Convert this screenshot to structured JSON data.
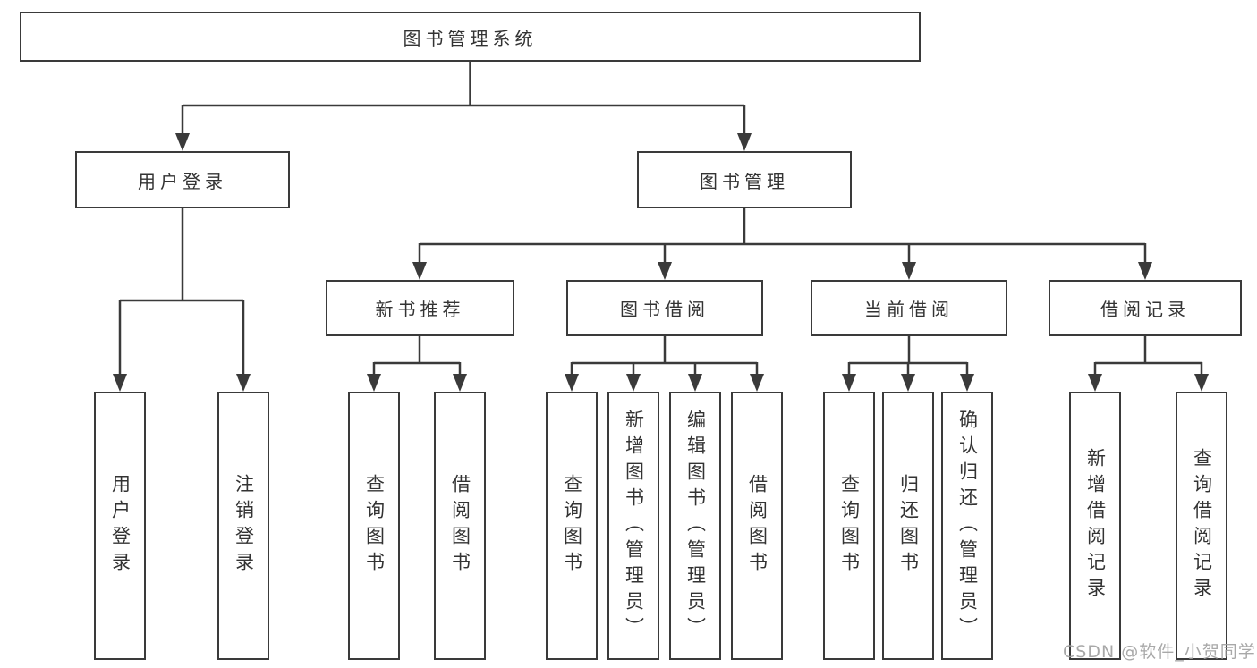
{
  "diagram_title": "图书管理系统",
  "watermark": "CSDN @软件_小贺同学",
  "colors": {
    "line": "#3a3a3a",
    "text": "#333333",
    "box_background": "#ffffff",
    "watermark": "#9e9e9e"
  },
  "nodes": {
    "root": {
      "label": "图书管理系统"
    },
    "user_login": {
      "label": "用户登录"
    },
    "book_mgmt": {
      "label": "图书管理"
    },
    "new_book_rec": {
      "label": "新书推荐"
    },
    "book_borrow": {
      "label": "图书借阅"
    },
    "current_borrow": {
      "label": "当前借阅"
    },
    "borrow_records": {
      "label": "借阅记录"
    },
    "leaf_user_login": {
      "label": "用户登录"
    },
    "leaf_logout": {
      "label": "注销登录"
    },
    "leaf_query_books_rec": {
      "label": "查询图书"
    },
    "leaf_borrow_books_rec": {
      "label": "借阅图书"
    },
    "leaf_query_books_borrow": {
      "label": "查询图书"
    },
    "leaf_add_books": {
      "label": "新增图书（管理员）"
    },
    "leaf_edit_books": {
      "label": "编辑图书（管理员）"
    },
    "leaf_borrow_books_borrow": {
      "label": "借阅图书"
    },
    "leaf_query_books_current": {
      "label": "查询图书"
    },
    "leaf_return_books": {
      "label": "归还图书"
    },
    "leaf_confirm_return": {
      "label": "确认归还（管理员）"
    },
    "leaf_add_borrow_record": {
      "label": "新增借阅记录"
    },
    "leaf_query_borrow_record": {
      "label": "查询借阅记录"
    }
  },
  "hierarchy": {
    "图书管理系统": {
      "用户登录": [
        "用户登录",
        "注销登录"
      ],
      "图书管理": {
        "新书推荐": [
          "查询图书",
          "借阅图书"
        ],
        "图书借阅": [
          "查询图书",
          "新增图书（管理员）",
          "编辑图书（管理员）",
          "借阅图书"
        ],
        "当前借阅": [
          "查询图书",
          "归还图书",
          "确认归还（管理员）"
        ],
        "借阅记录": [
          "新增借阅记录",
          "查询借阅记录"
        ]
      }
    }
  }
}
